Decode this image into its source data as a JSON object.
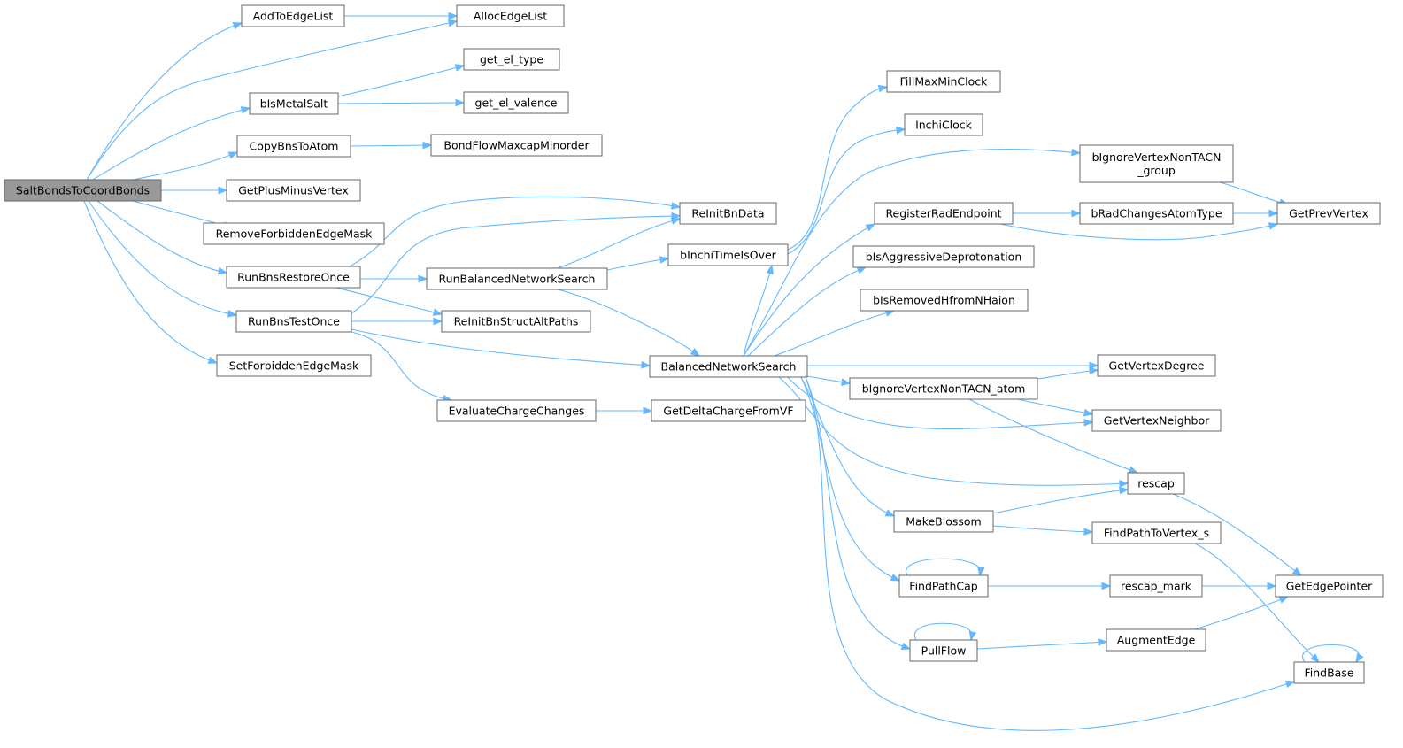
{
  "graph": {
    "title": "",
    "nodes": [
      {
        "id": "root",
        "label": "SaltBondsToCoordBonds",
        "root": true
      },
      {
        "id": "addToEdgeList",
        "label": "AddToEdgeList"
      },
      {
        "id": "allocEdgeList",
        "label": "AllocEdgeList"
      },
      {
        "id": "getElType",
        "label": "get_el_type"
      },
      {
        "id": "bIsMetalSalt",
        "label": "bIsMetalSalt"
      },
      {
        "id": "getElValence",
        "label": "get_el_valence"
      },
      {
        "id": "copyBnsToAtom",
        "label": "CopyBnsToAtom"
      },
      {
        "id": "bondFlow",
        "label": "BondFlowMaxcapMinorder"
      },
      {
        "id": "getPlusMinusVertex",
        "label": "GetPlusMinusVertex"
      },
      {
        "id": "reInitBnData",
        "label": "ReInitBnData"
      },
      {
        "id": "removeForbidden",
        "label": "RemoveForbiddenEdgeMask"
      },
      {
        "id": "runBnsRestoreOnce",
        "label": "RunBnsRestoreOnce"
      },
      {
        "id": "runBalancedNetworkSearch",
        "label": "RunBalancedNetworkSearch"
      },
      {
        "id": "bInchiTimeIsOver",
        "label": "bInchiTimeIsOver"
      },
      {
        "id": "runBnsTestOnce",
        "label": "RunBnsTestOnce"
      },
      {
        "id": "reInitBnStructAltPaths",
        "label": "ReInitBnStructAltPaths"
      },
      {
        "id": "setForbidden",
        "label": "SetForbiddenEdgeMask"
      },
      {
        "id": "balancedNetworkSearch",
        "label": "BalancedNetworkSearch"
      },
      {
        "id": "evaluateChargeChanges",
        "label": "EvaluateChargeChanges"
      },
      {
        "id": "getDeltaCharge",
        "label": "GetDeltaChargeFromVF"
      },
      {
        "id": "fillMaxMinClock",
        "label": "FillMaxMinClock"
      },
      {
        "id": "inchiClock",
        "label": "InchiClock"
      },
      {
        "id": "bIgnoreGroup",
        "label": "bIgnoreVertexNonTACN",
        "label2": "_group"
      },
      {
        "id": "registerRadEndpoint",
        "label": "RegisterRadEndpoint"
      },
      {
        "id": "bRadChanges",
        "label": "bRadChangesAtomType"
      },
      {
        "id": "getPrevVertex",
        "label": "GetPrevVertex"
      },
      {
        "id": "bIsAggressive",
        "label": "bIsAggressiveDeprotonation"
      },
      {
        "id": "bIsRemovedH",
        "label": "bIsRemovedHfromNHaion"
      },
      {
        "id": "getVertexDegree",
        "label": "GetVertexDegree"
      },
      {
        "id": "bIgnoreAtom",
        "label": "bIgnoreVertexNonTACN_atom"
      },
      {
        "id": "getVertexNeighbor",
        "label": "GetVertexNeighbor"
      },
      {
        "id": "rescap",
        "label": "rescap"
      },
      {
        "id": "makeBlossom",
        "label": "MakeBlossom"
      },
      {
        "id": "findPathToVertex",
        "label": "FindPathToVertex_s"
      },
      {
        "id": "findPathCap",
        "label": "FindPathCap"
      },
      {
        "id": "rescapMark",
        "label": "rescap_mark"
      },
      {
        "id": "getEdgePointer",
        "label": "GetEdgePointer"
      },
      {
        "id": "pullFlow",
        "label": "PullFlow"
      },
      {
        "id": "augmentEdge",
        "label": "AugmentEdge"
      },
      {
        "id": "findBase",
        "label": "FindBase"
      }
    ],
    "edges": [
      {
        "from": "root",
        "to": "addToEdgeList"
      },
      {
        "from": "root",
        "to": "allocEdgeList"
      },
      {
        "from": "addToEdgeList",
        "to": "allocEdgeList"
      },
      {
        "from": "root",
        "to": "bIsMetalSalt"
      },
      {
        "from": "bIsMetalSalt",
        "to": "getElType"
      },
      {
        "from": "bIsMetalSalt",
        "to": "getElValence"
      },
      {
        "from": "root",
        "to": "copyBnsToAtom"
      },
      {
        "from": "copyBnsToAtom",
        "to": "bondFlow"
      },
      {
        "from": "root",
        "to": "getPlusMinusVertex"
      },
      {
        "from": "root",
        "to": "removeForbidden"
      },
      {
        "from": "root",
        "to": "runBnsRestoreOnce"
      },
      {
        "from": "root",
        "to": "runBnsTestOnce"
      },
      {
        "from": "root",
        "to": "setForbidden"
      },
      {
        "from": "runBnsRestoreOnce",
        "to": "reInitBnData"
      },
      {
        "from": "runBnsRestoreOnce",
        "to": "runBalancedNetworkSearch"
      },
      {
        "from": "runBnsRestoreOnce",
        "to": "reInitBnStructAltPaths"
      },
      {
        "from": "runBnsTestOnce",
        "to": "reInitBnData"
      },
      {
        "from": "runBnsTestOnce",
        "to": "reInitBnStructAltPaths"
      },
      {
        "from": "runBnsTestOnce",
        "to": "balancedNetworkSearch"
      },
      {
        "from": "runBnsTestOnce",
        "to": "evaluateChargeChanges"
      },
      {
        "from": "runBalancedNetworkSearch",
        "to": "reInitBnData"
      },
      {
        "from": "runBalancedNetworkSearch",
        "to": "bInchiTimeIsOver"
      },
      {
        "from": "runBalancedNetworkSearch",
        "to": "balancedNetworkSearch"
      },
      {
        "from": "bInchiTimeIsOver",
        "to": "fillMaxMinClock"
      },
      {
        "from": "bInchiTimeIsOver",
        "to": "inchiClock"
      },
      {
        "from": "evaluateChargeChanges",
        "to": "getDeltaCharge"
      },
      {
        "from": "balancedNetworkSearch",
        "to": "bInchiTimeIsOver"
      },
      {
        "from": "balancedNetworkSearch",
        "to": "bIgnoreGroup"
      },
      {
        "from": "balancedNetworkSearch",
        "to": "registerRadEndpoint"
      },
      {
        "from": "balancedNetworkSearch",
        "to": "bIsAggressive"
      },
      {
        "from": "balancedNetworkSearch",
        "to": "bIsRemovedH"
      },
      {
        "from": "balancedNetworkSearch",
        "to": "getVertexDegree"
      },
      {
        "from": "balancedNetworkSearch",
        "to": "bIgnoreAtom"
      },
      {
        "from": "balancedNetworkSearch",
        "to": "getVertexNeighbor"
      },
      {
        "from": "balancedNetworkSearch",
        "to": "rescap"
      },
      {
        "from": "balancedNetworkSearch",
        "to": "makeBlossom"
      },
      {
        "from": "balancedNetworkSearch",
        "to": "findPathCap"
      },
      {
        "from": "balancedNetworkSearch",
        "to": "pullFlow"
      },
      {
        "from": "balancedNetworkSearch",
        "to": "findBase"
      },
      {
        "from": "bIgnoreGroup",
        "to": "getPrevVertex"
      },
      {
        "from": "registerRadEndpoint",
        "to": "bRadChanges"
      },
      {
        "from": "registerRadEndpoint",
        "to": "getPrevVertex"
      },
      {
        "from": "bRadChanges",
        "to": "getPrevVertex"
      },
      {
        "from": "bIgnoreAtom",
        "to": "getVertexDegree"
      },
      {
        "from": "bIgnoreAtom",
        "to": "getVertexNeighbor"
      },
      {
        "from": "bIgnoreAtom",
        "to": "rescap"
      },
      {
        "from": "makeBlossom",
        "to": "rescap"
      },
      {
        "from": "makeBlossom",
        "to": "findPathToVertex"
      },
      {
        "from": "rescap",
        "to": "getEdgePointer"
      },
      {
        "from": "findPathToVertex",
        "to": "findBase"
      },
      {
        "from": "findPathCap",
        "to": "findPathCap"
      },
      {
        "from": "findPathCap",
        "to": "rescapMark"
      },
      {
        "from": "rescapMark",
        "to": "getEdgePointer"
      },
      {
        "from": "pullFlow",
        "to": "pullFlow"
      },
      {
        "from": "pullFlow",
        "to": "augmentEdge"
      },
      {
        "from": "augmentEdge",
        "to": "getEdgePointer"
      },
      {
        "from": "findBase",
        "to": "findBase"
      }
    ]
  },
  "colors": {
    "edge": "#63b8ff",
    "node_border": "#666666",
    "root_fill": "#999999",
    "node_fill": "#ffffff"
  }
}
